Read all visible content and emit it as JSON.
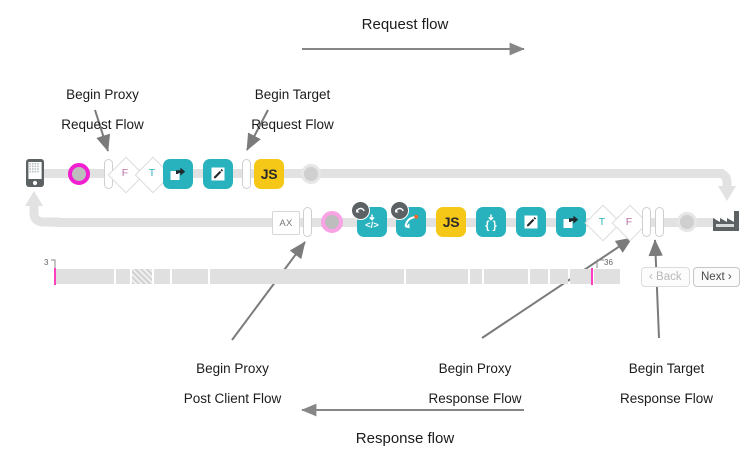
{
  "diagram": {
    "title_top": "Request flow",
    "title_bottom": "Response flow",
    "annotations": [
      {
        "name": "begin-proxy-request-flow",
        "line1": "Begin Proxy",
        "line2": "Request Flow"
      },
      {
        "name": "begin-target-request-flow",
        "line1": "Begin Target",
        "line2": "Request Flow"
      },
      {
        "name": "begin-proxy-post-client-flow",
        "line1": "Begin Proxy",
        "line2": "Post Client Flow"
      },
      {
        "name": "begin-proxy-response-flow",
        "line1": "Begin Proxy",
        "line2": "Response Flow"
      },
      {
        "name": "begin-target-response-flow",
        "line1": "Begin Target",
        "line2": "Response Flow"
      }
    ]
  },
  "request_row": {
    "client_icon": "mobile-device-icon",
    "nodes": [
      {
        "name": "request-start-ring",
        "kind": "ring-magenta",
        "label": ""
      },
      {
        "name": "proxy-request-flow-pill",
        "kind": "pill",
        "label": ""
      },
      {
        "name": "condition-false-diamond",
        "kind": "diamond",
        "label": "F"
      },
      {
        "name": "condition-true-diamond",
        "kind": "diamond",
        "label": "T"
      },
      {
        "name": "route-policy-chip",
        "kind": "chip-teal",
        "label": "",
        "glyph": "share-arrow-icon"
      },
      {
        "name": "assign-message-chip",
        "kind": "chip-teal",
        "label": "",
        "glyph": "pencil-icon"
      },
      {
        "name": "target-request-flow-pill",
        "kind": "pill",
        "label": ""
      },
      {
        "name": "javascript-policy-chip",
        "kind": "chip-yellow",
        "label": "JS",
        "glyph": "js-label"
      },
      {
        "name": "request-end-dot",
        "kind": "dot",
        "label": ""
      }
    ]
  },
  "response_row": {
    "target_icon": "factory-server-icon",
    "nodes": [
      {
        "name": "analytics-ax-box",
        "kind": "axbox",
        "label": "AX"
      },
      {
        "name": "proxy-post-client-pill",
        "kind": "pill",
        "label": ""
      },
      {
        "name": "post-client-ring",
        "kind": "ring-pink",
        "label": ""
      },
      {
        "name": "xml-policy-chip",
        "kind": "chip-teal",
        "label": "",
        "glyph": "code-tags-icon",
        "badge": "undo-arrow-icon"
      },
      {
        "name": "flow-callout-chip",
        "kind": "chip-teal",
        "label": "",
        "glyph": "curved-arrow-icon",
        "badge": "undo-arrow-icon"
      },
      {
        "name": "javascript-response-chip",
        "kind": "chip-yellow",
        "label": "JS",
        "glyph": "js-label"
      },
      {
        "name": "json-policy-chip",
        "kind": "chip-teal",
        "label": "",
        "glyph": "braces-icon"
      },
      {
        "name": "assign-message-response-chip",
        "kind": "chip-teal",
        "label": "",
        "glyph": "pencil-icon"
      },
      {
        "name": "route-response-chip",
        "kind": "chip-teal",
        "label": "",
        "glyph": "share-arrow-icon"
      },
      {
        "name": "condition-true-diamond-2",
        "kind": "diamond",
        "label": "T"
      },
      {
        "name": "condition-false-diamond-2",
        "kind": "diamond",
        "label": "F"
      },
      {
        "name": "proxy-response-flow-pill",
        "kind": "pill",
        "label": ""
      },
      {
        "name": "target-response-flow-pill",
        "kind": "pill",
        "label": ""
      },
      {
        "name": "response-start-dot",
        "kind": "dot",
        "label": ""
      }
    ]
  },
  "timeline": {
    "left_tick_label": "3",
    "right_tick_label": "36",
    "cursor_positions": [
      2,
      83
    ]
  },
  "navigation": {
    "back_label": "‹ Back",
    "next_label": "Next ›",
    "back_disabled": true
  },
  "colors": {
    "teal": "#27b2bd",
    "yellow": "#f5c717",
    "magenta": "#f21fd2",
    "pink_light": "#f9a3e4",
    "rail": "#e2e2e2",
    "arrow_gray": "#868686",
    "text": "#1b1b1b"
  }
}
